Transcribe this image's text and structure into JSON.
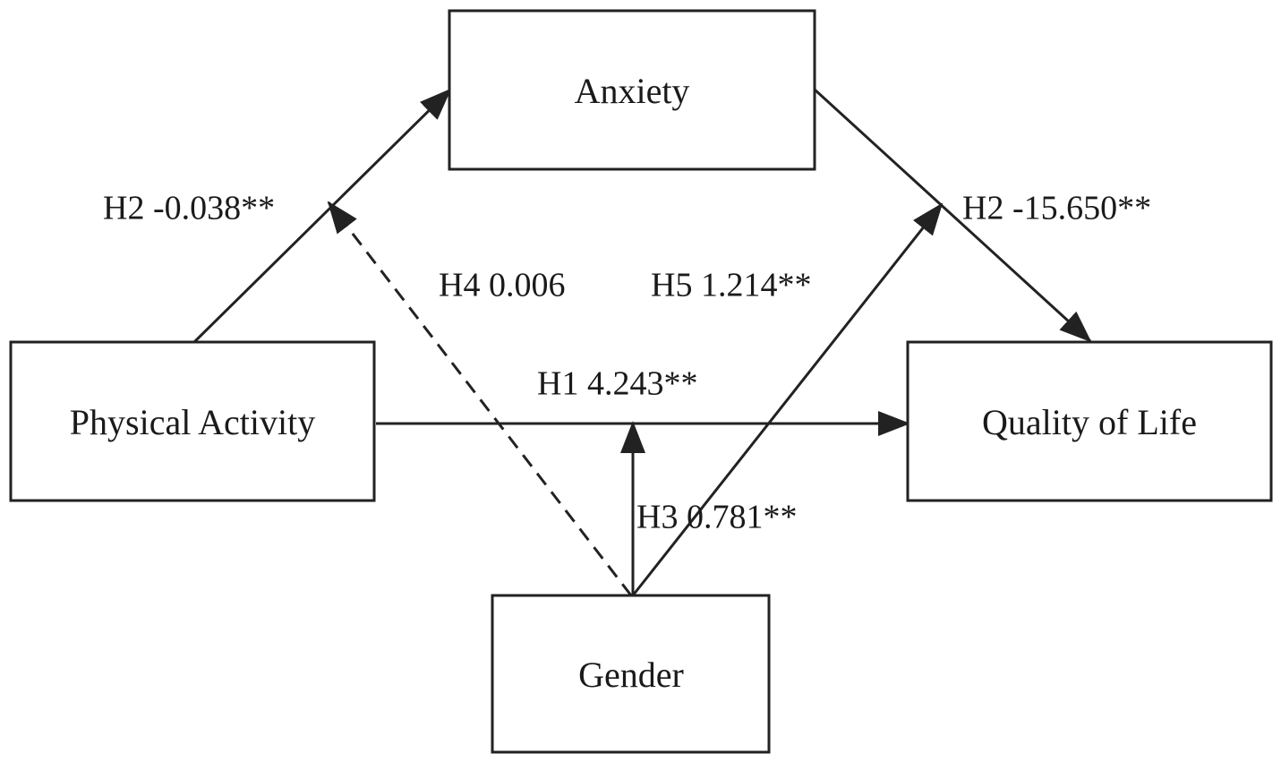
{
  "nodes": {
    "anxiety": {
      "label": "Anxiety"
    },
    "physical_activity": {
      "label": "Physical Activity"
    },
    "quality_of_life": {
      "label": "Quality of Life"
    },
    "gender": {
      "label": "Gender"
    }
  },
  "edges": {
    "pa_to_anxiety": {
      "label": "H2 -0.038**"
    },
    "anxiety_to_qol": {
      "label": "H2 -15.650**"
    },
    "pa_to_qol": {
      "label": "H1 4.243**"
    },
    "gender_to_h1": {
      "label": "H3 0.781**"
    },
    "gender_to_h2a": {
      "label": "H4 0.006"
    },
    "gender_to_h2b": {
      "label": "H5 1.214**"
    }
  },
  "colors": {
    "line": "#222222",
    "text": "#1a1a1a",
    "background": "#ffffff"
  }
}
